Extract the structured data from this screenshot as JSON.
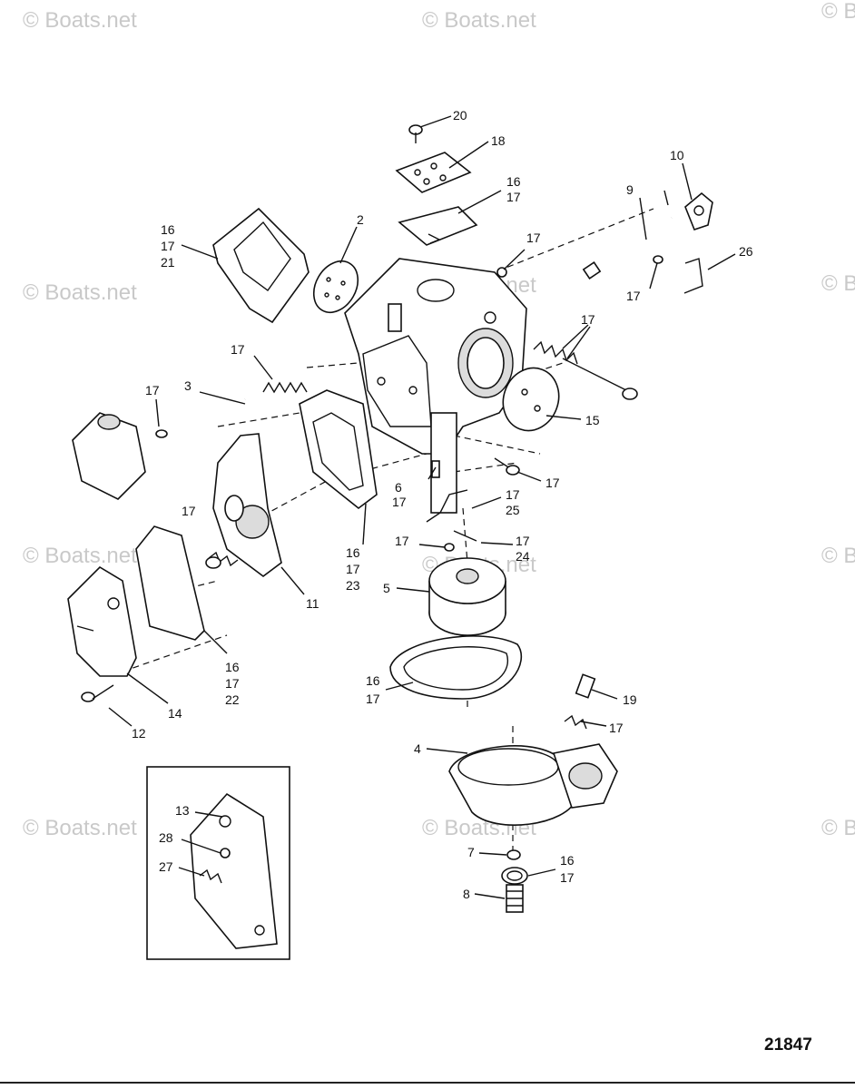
{
  "watermark": "© Boats.net",
  "figure_number": "21847",
  "callouts": {
    "c20": "20",
    "c18": "18",
    "c16_17_a": [
      "16",
      "17"
    ],
    "c10": "10",
    "c9": "9",
    "c16_17_21": [
      "16",
      "17",
      "21"
    ],
    "c2": "2",
    "c17_a": "17",
    "c26": "26",
    "c17_b": "17",
    "c17_c": "17",
    "c17_d": "17",
    "c3": "3",
    "c17_e": "17",
    "c15": "15",
    "c17_f": "17",
    "c6_17": [
      "6",
      "17"
    ],
    "c17_25": [
      "17",
      "25"
    ],
    "c17_g": "17",
    "c17_h": "17",
    "c17_24": [
      "17",
      "24"
    ],
    "c16_17_23": [
      "16",
      "17",
      "23"
    ],
    "c5": "5",
    "c11": "11",
    "c16_17_22": [
      "16",
      "17",
      "22"
    ],
    "c14": "14",
    "c12": "12",
    "c16_17_b": [
      "16",
      "17"
    ],
    "c19": "19",
    "c17_i": "17",
    "c4": "4",
    "c13": "13",
    "c28": "28",
    "c27": "27",
    "c7": "7",
    "c16_17_c": [
      "16",
      "17"
    ],
    "c8": "8"
  }
}
